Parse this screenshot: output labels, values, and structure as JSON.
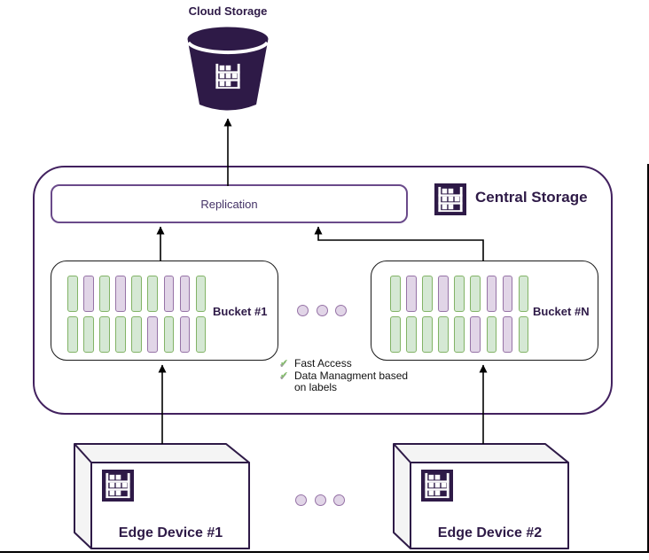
{
  "colors": {
    "dark_purple": "#2e1a47",
    "container_border": "#42215f",
    "replication_border": "#6a4a8a",
    "bar_green_fill": "#d5e8d4",
    "bar_green_border": "#82b366",
    "bar_purple_fill": "#e1d5e7",
    "bar_purple_border": "#9673a6",
    "device_fill": "#f4f4f4",
    "check_green": "#85bd6d",
    "arrow_black": "#000000"
  },
  "icons": {
    "check": "✔"
  },
  "cloud": {
    "label": "Cloud Storage"
  },
  "central": {
    "label": "Central Storage",
    "replication": "Replication",
    "buckets": [
      {
        "label": "Bucket #1",
        "rows": [
          [
            "g",
            "p",
            "g",
            "p",
            "g",
            "g",
            "p",
            "p",
            "g"
          ],
          [
            "g",
            "g",
            "g",
            "g",
            "g",
            "p",
            "g",
            "p",
            "g"
          ]
        ]
      },
      {
        "label": "Bucket #N",
        "rows": [
          [
            "g",
            "p",
            "g",
            "p",
            "g",
            "g",
            "p",
            "p",
            "g"
          ],
          [
            "g",
            "g",
            "g",
            "g",
            "g",
            "p",
            "g",
            "p",
            "g"
          ]
        ]
      }
    ],
    "features": [
      {
        "label": "Fast Access"
      },
      {
        "label": "Data Managment based on labels"
      }
    ]
  },
  "separators": {
    "bucket_dots": 3,
    "device_dots": 3
  },
  "devices": [
    {
      "label": "Edge Device #1"
    },
    {
      "label": "Edge Device #2"
    }
  ]
}
